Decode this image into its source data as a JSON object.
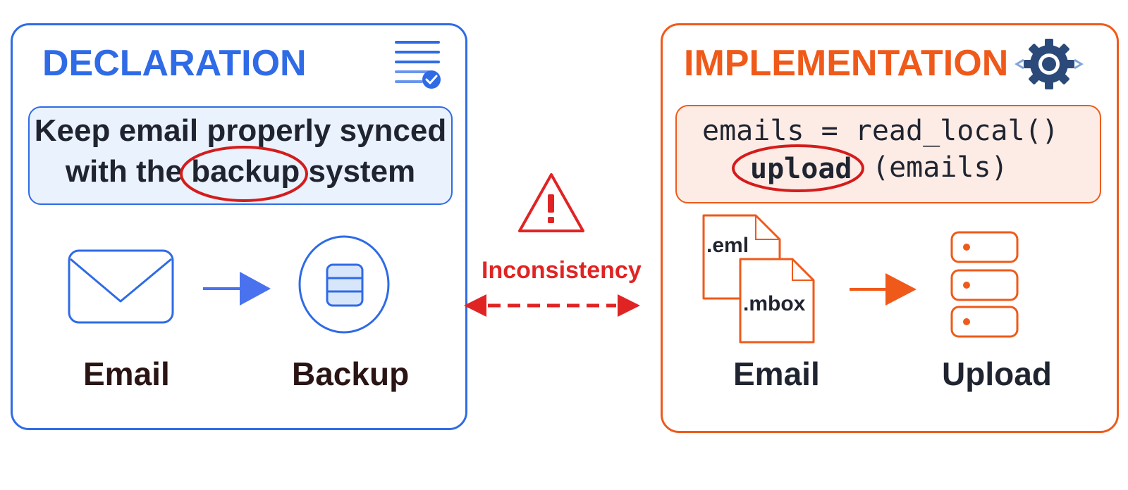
{
  "declaration": {
    "title": "DECLARATION",
    "statement_line1": "Keep email properly synced",
    "statement_line2": "with the backup system",
    "highlighted_word": "backup",
    "icon": "document-check-icon",
    "flow": {
      "source_label": "Email",
      "target_label": "Backup",
      "source_icon": "envelope-icon",
      "target_icon": "database-icon"
    },
    "color": "#2f6be6"
  },
  "implementation": {
    "title": "IMPLEMENTATION",
    "icon": "gear-code-icon",
    "code_line1": "emails = read_local()",
    "code_call": "upload",
    "code_args": "(emails)",
    "files": [
      ".eml",
      ".mbox"
    ],
    "flow": {
      "source_label": "Email",
      "target_label": "Upload",
      "source_icon": "file-stack-icon",
      "target_icon": "server-stack-icon"
    },
    "color": "#ef5a1a"
  },
  "conflict": {
    "label": "Inconsistency",
    "icon": "warning-triangle-icon",
    "color": "#e02424"
  }
}
